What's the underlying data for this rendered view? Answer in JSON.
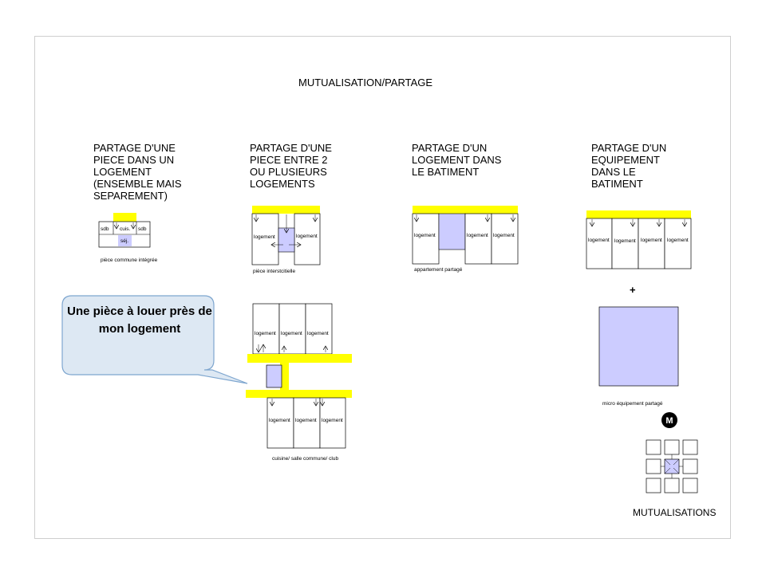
{
  "title": "MUTUALISATION/PARTAGE",
  "columns": [
    {
      "heading": "PARTAGE D'UNE\nPIECE DANS UN\nLOGEMENT\n(ENSEMBLE MAIS\nSEPAREMENT)"
    },
    {
      "heading": "PARTAGE D'UNE\nPIECE ENTRE 2\nOU PLUSIEURS\nLOGEMENTS"
    },
    {
      "heading": "PARTAGE D'UN\nLOGEMENT DANS\nLE BATIMENT"
    },
    {
      "heading": "PARTAGE D'UN\nEQUIPEMENT\nDANS LE\nBATIMENT"
    }
  ],
  "labels": {
    "sdb": "sdb",
    "cuis": "cuis.",
    "sej": "séj.",
    "logement": "logement",
    "plus": "+",
    "metro": "M"
  },
  "captions": {
    "piece_commune": "pièce commune intégrée",
    "piece_interstitielle": "pièce interstcitielle",
    "appartement_partage": "appartement partagé",
    "micro_equipement": "micro équipement partagé",
    "cuisine_salle": "cuisine/ salle commune/ club",
    "mutualisations": "MUTUALISATIONS"
  },
  "callout": {
    "text": "Une pièce à louer près de mon logement"
  },
  "colors": {
    "yellow": "#ffff00",
    "shared_room": "#ccccff",
    "callout_fill": "#dde8f3",
    "callout_border": "#7ea6cf"
  }
}
